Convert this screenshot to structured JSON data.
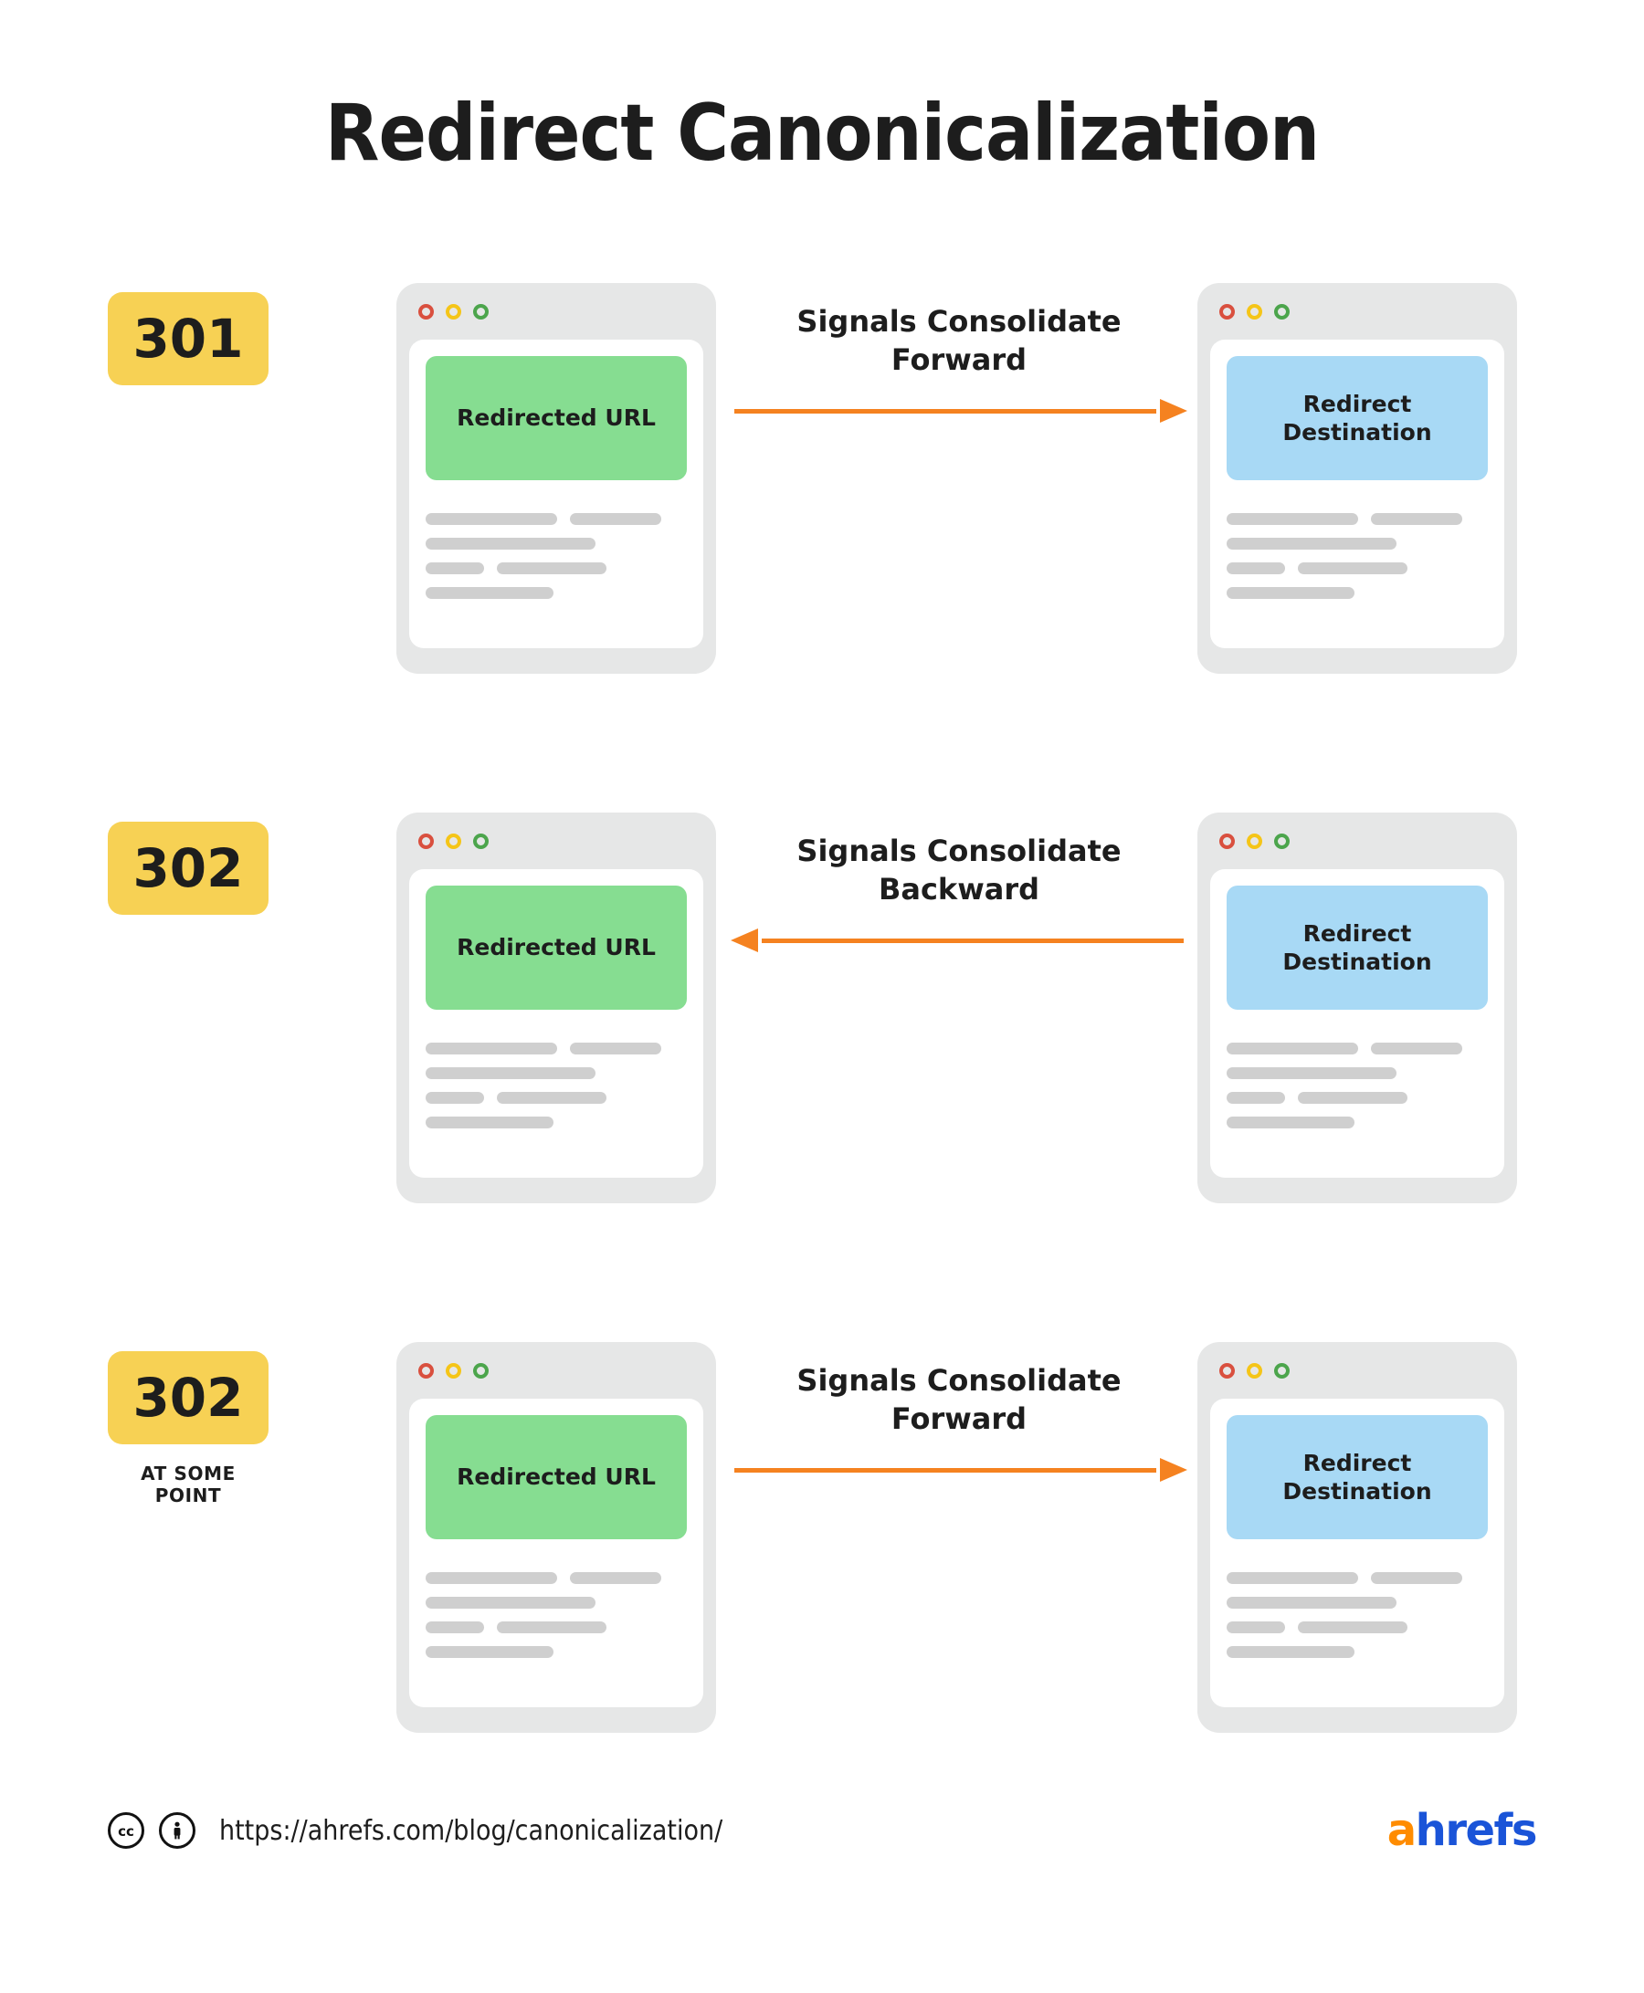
{
  "title": "Redirect Canonicalization",
  "colors": {
    "badge_bg": "#F7D154",
    "arrow": "#F58220",
    "source_block": "#86DD91",
    "destination_block": "#A8D9F5",
    "window_frame": "#E6E7E7",
    "text": "#1D1D1D",
    "logo_a": "#FF8C00",
    "logo_hrefs": "#1A54D8"
  },
  "window_dots": [
    {
      "name": "close-dot",
      "color": "#D9503F"
    },
    {
      "name": "minimize-dot",
      "color": "#F5C518"
    },
    {
      "name": "maximize-dot",
      "color": "#4CA54C"
    }
  ],
  "rows": [
    {
      "badge": "301",
      "badge_note": "",
      "source_label": "Redirected URL",
      "destination_label": "Redirect Destination",
      "connector_label": "Signals Consolidate Forward",
      "direction": "forward"
    },
    {
      "badge": "302",
      "badge_note": "",
      "source_label": "Redirected URL",
      "destination_label": "Redirect Destination",
      "connector_label": "Signals Consolidate Backward",
      "direction": "backward"
    },
    {
      "badge": "302",
      "badge_note": "AT SOME POINT",
      "source_label": "Redirected URL",
      "destination_label": "Redirect Destination",
      "connector_label": "Signals Consolidate Forward",
      "direction": "forward"
    }
  ],
  "footer": {
    "license_icons": [
      "cc-icon",
      "cc-by-icon"
    ],
    "url": "https://ahrefs.com/blog/canonicalization/",
    "logo_a": "a",
    "logo_rest": "hrefs"
  }
}
